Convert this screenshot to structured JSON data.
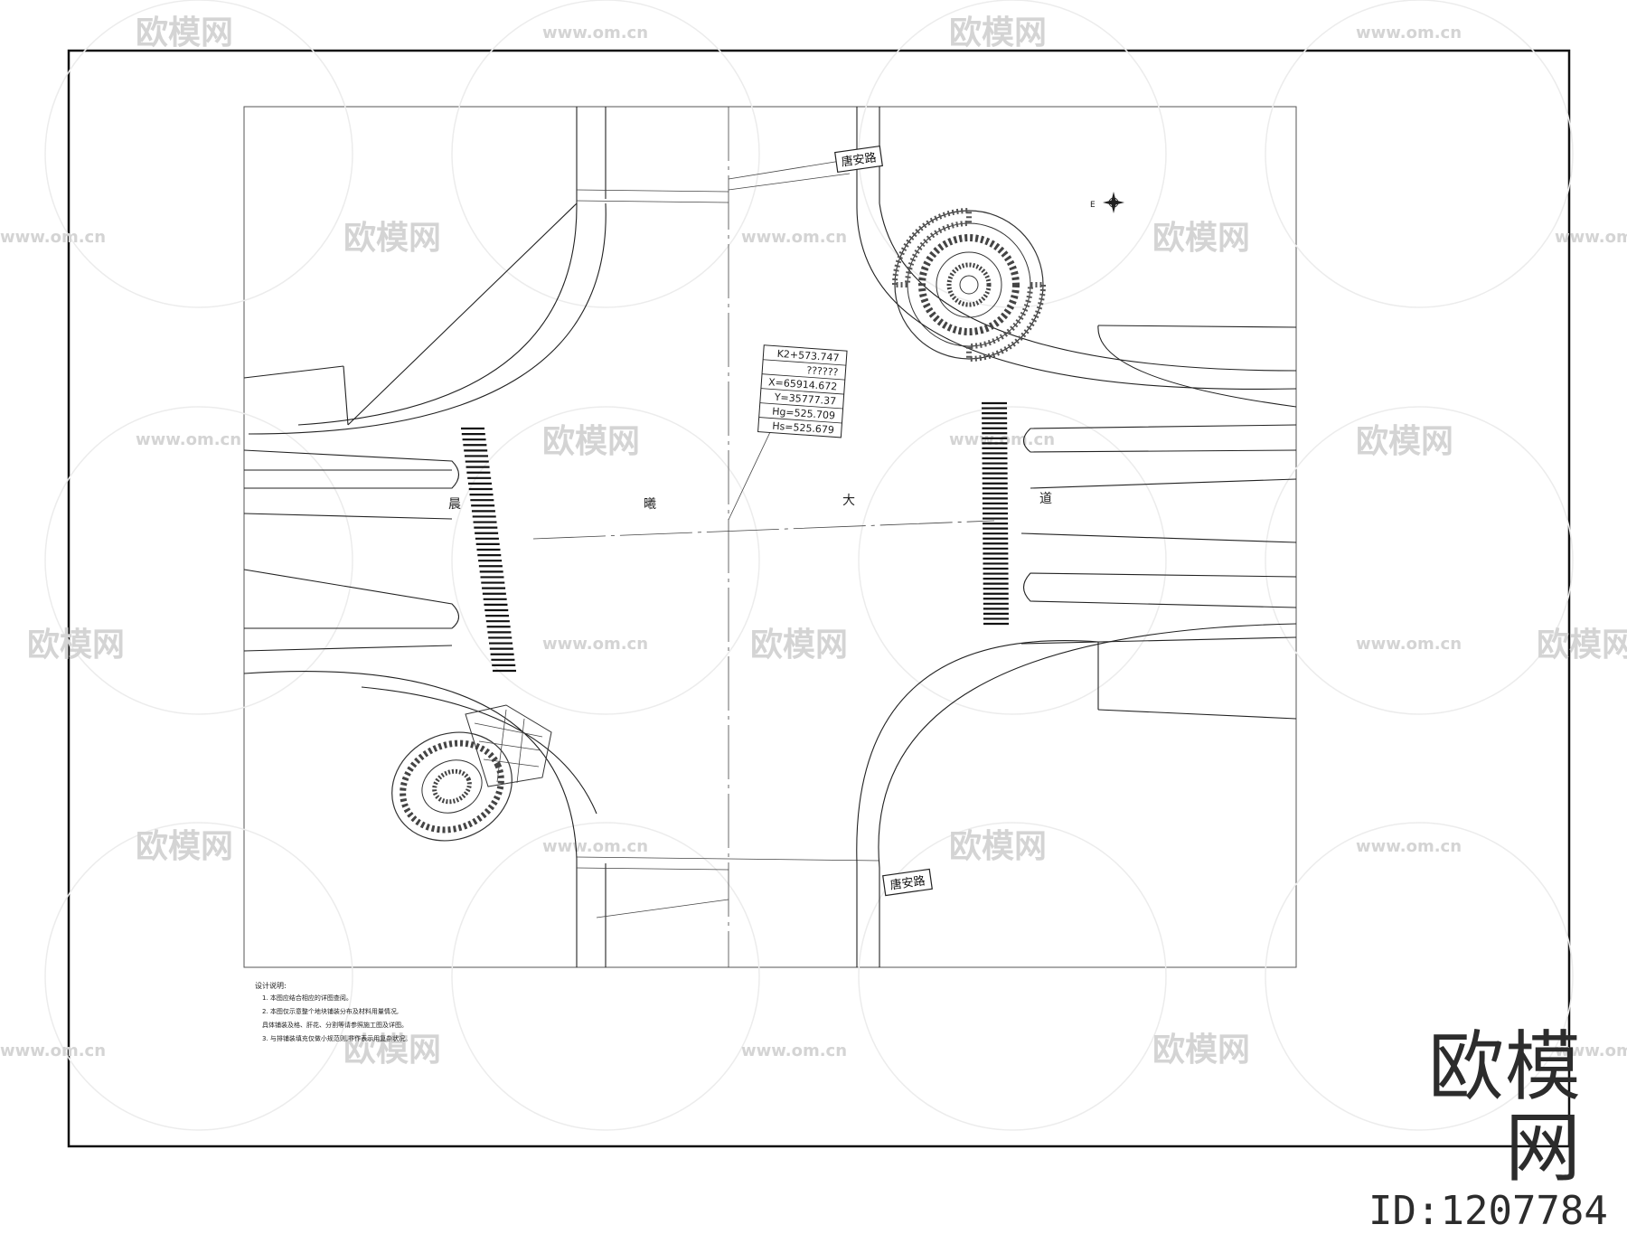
{
  "drawing": {
    "road_sign_top": "唐安路",
    "road_sign_bottom": "唐安路",
    "main_road_chars": [
      "晨",
      "曦",
      "大",
      "道"
    ],
    "station_box": [
      "K2+573.747",
      "??????",
      "X=65914.672",
      "Y=35777.37",
      "Hg=525.709",
      "Hs=525.679"
    ],
    "north_label": "E"
  },
  "notes": {
    "title": "设计说明:",
    "items": [
      "1. 本图应结合相应的详图查阅。",
      "2. 本图仅示意整个地块铺装分布及材料用量情况,",
      "   具体铺装及格、肝花、分割等请参照施工图及详图。",
      "3. 与排铺装填充仅做小规范则,非作表示用复杂状况。"
    ]
  },
  "watermark": {
    "brand": "欧模网",
    "url": "www.om.cn"
  },
  "brand_block": {
    "name": "欧模网",
    "id": "ID:1207784"
  }
}
